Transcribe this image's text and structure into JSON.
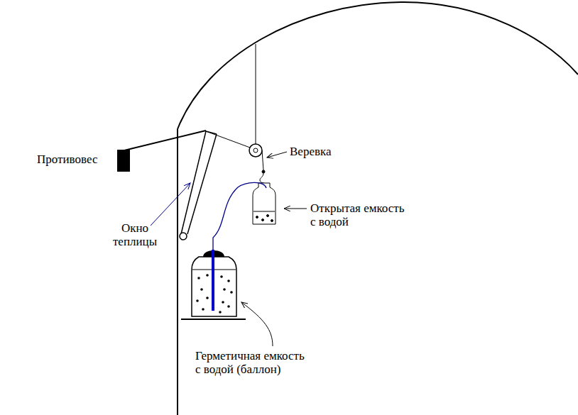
{
  "diagram": {
    "labels": [
      "Противовес",
      "Веревка",
      "Открытая емкость с водой",
      "Окно теплицы",
      "Герметичная емкость с водой (баллон)"
    ]
  }
}
